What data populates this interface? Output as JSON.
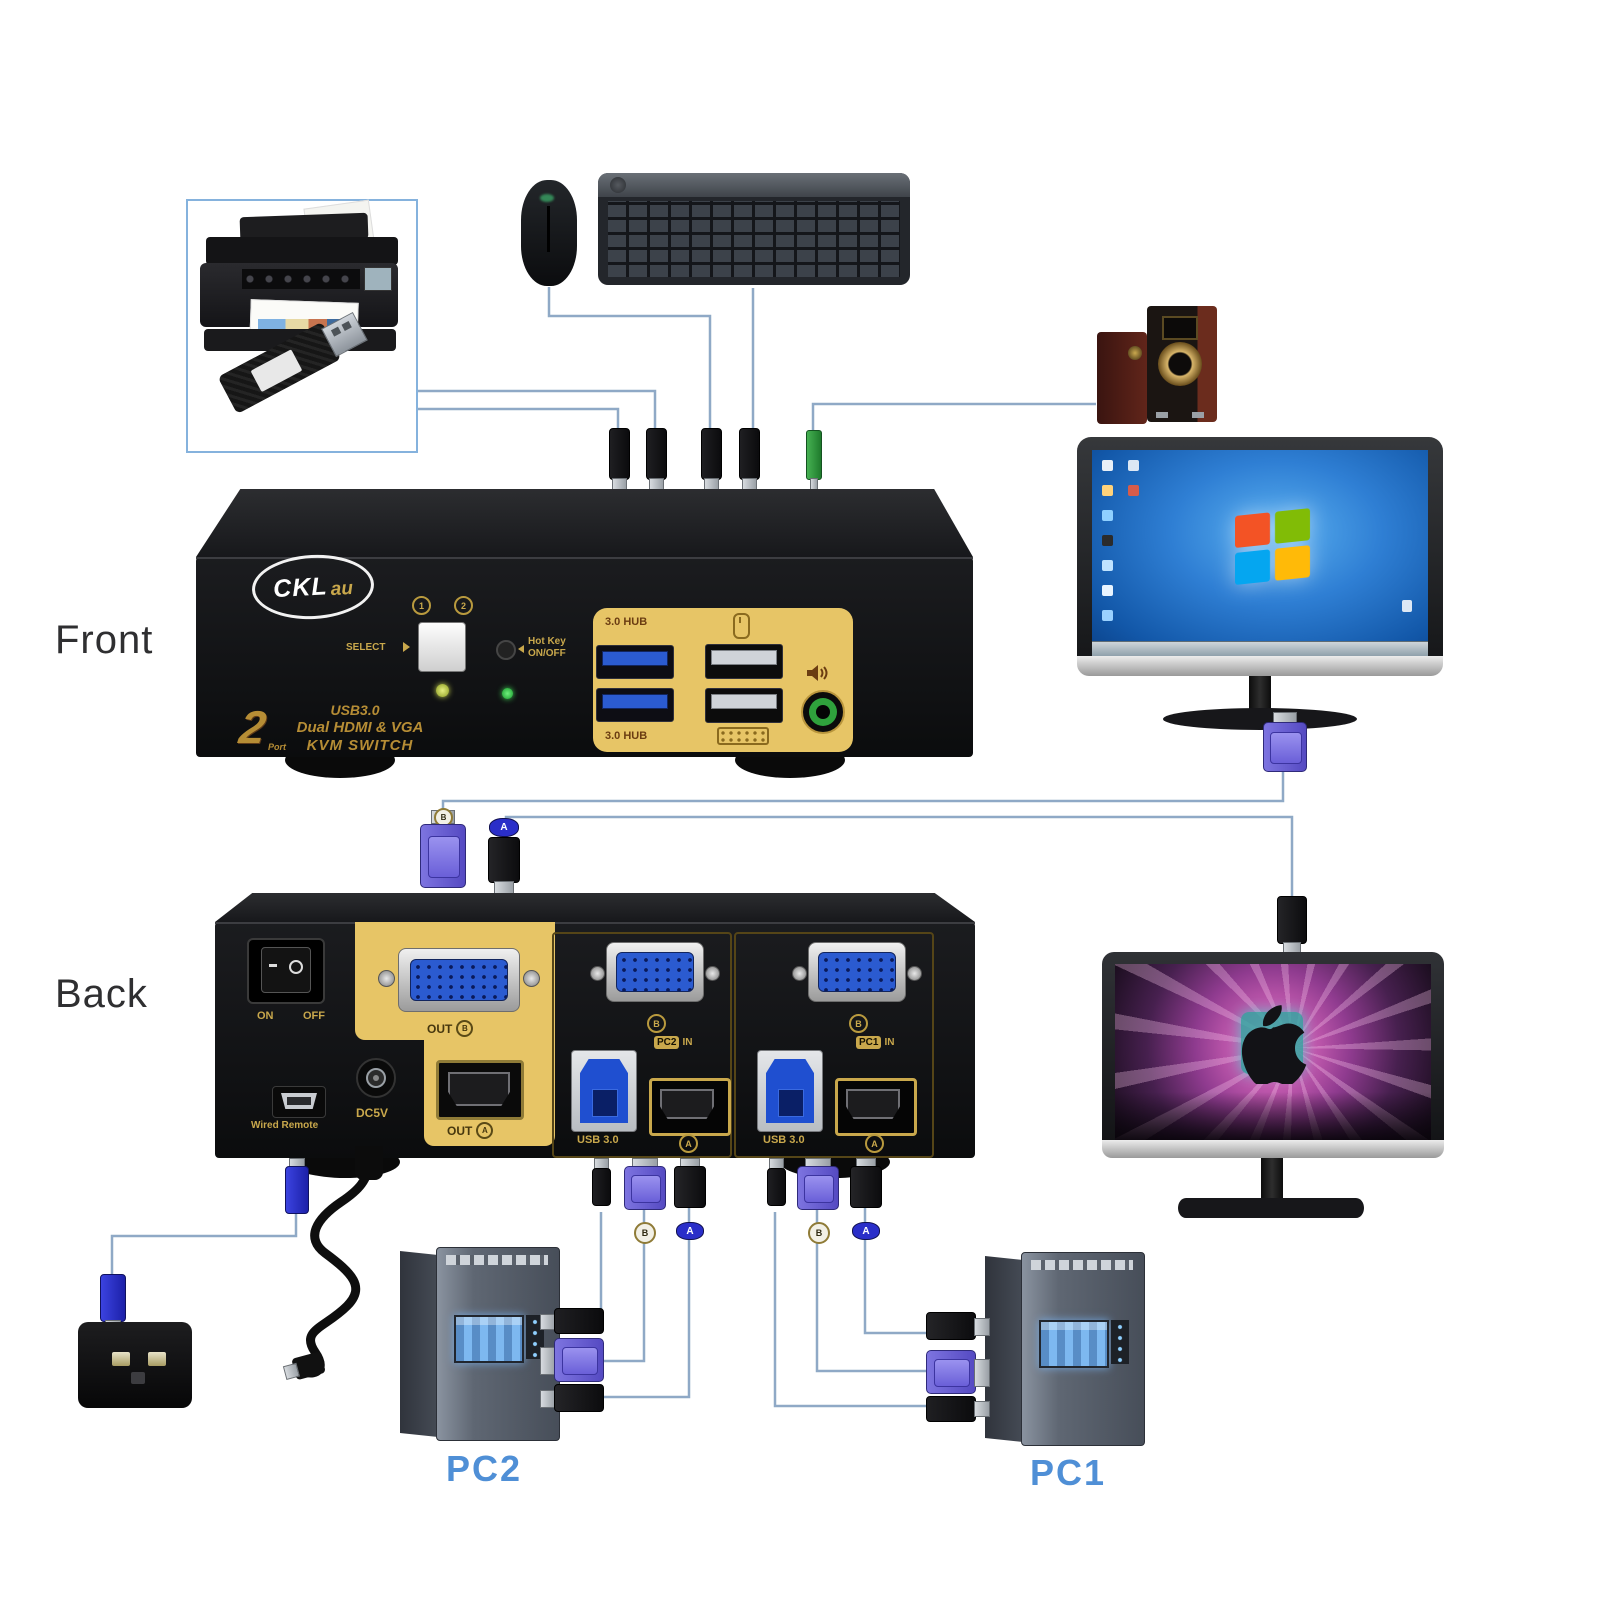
{
  "view_labels": {
    "front": "Front",
    "back": "Back"
  },
  "pc_labels": {
    "pc2": "PC2",
    "pc1": "PC1"
  },
  "front_panel": {
    "brand_main": "CKL",
    "brand_suffix": "au",
    "led1": "1",
    "led2": "2",
    "select_label": "SELECT",
    "hotkey_line1": "Hot Key",
    "hotkey_line2": "ON/OFF",
    "hub_label_top": "3.0 HUB",
    "hub_label_bottom": "3.0 HUB",
    "ports_count": "2",
    "ports_unit": "Port",
    "product_line1": "USB3.0",
    "product_line2": "Dual HDMI & VGA",
    "product_line3": "KVM SWITCH"
  },
  "back_panel": {
    "power_on": "ON",
    "power_off": "OFF",
    "wired_remote_label": "Wired Remote",
    "dc_label": "DC5V",
    "vga_out_label": "OUT",
    "vga_out_id": "B",
    "hdmi_out_label": "OUT",
    "hdmi_out_id": "A",
    "pc_groups": [
      {
        "usb_label": "USB 3.0",
        "in_badge": "PC2",
        "in_label": "IN",
        "vga_id": "B",
        "hdmi_id": "A"
      },
      {
        "usb_label": "USB 3.0",
        "in_badge": "PC1",
        "in_label": "IN",
        "vga_id": "B",
        "hdmi_id": "A"
      }
    ]
  },
  "connector_tags": {
    "out_vga": "B",
    "out_hdmi": "A",
    "pc2_vga": "B",
    "pc2_hdmi": "A",
    "pc1_vga": "B",
    "pc1_hdmi": "A"
  },
  "icons": {
    "mouse": "mouse-icon",
    "keyboard": "keyboard-icon",
    "speaker": "speaker-icon",
    "windows_logo": "windows-logo",
    "apple_logo": "apple-logo"
  },
  "colors": {
    "connection_line": "#8fa9c6",
    "panel_yellow": "#e7c566",
    "label_gold": "#c9a84c",
    "usb3_blue": "#2456cc",
    "pc_label_blue": "#4f8fd6",
    "audio_green": "#2fa23c",
    "kvm_body": "#141519"
  }
}
